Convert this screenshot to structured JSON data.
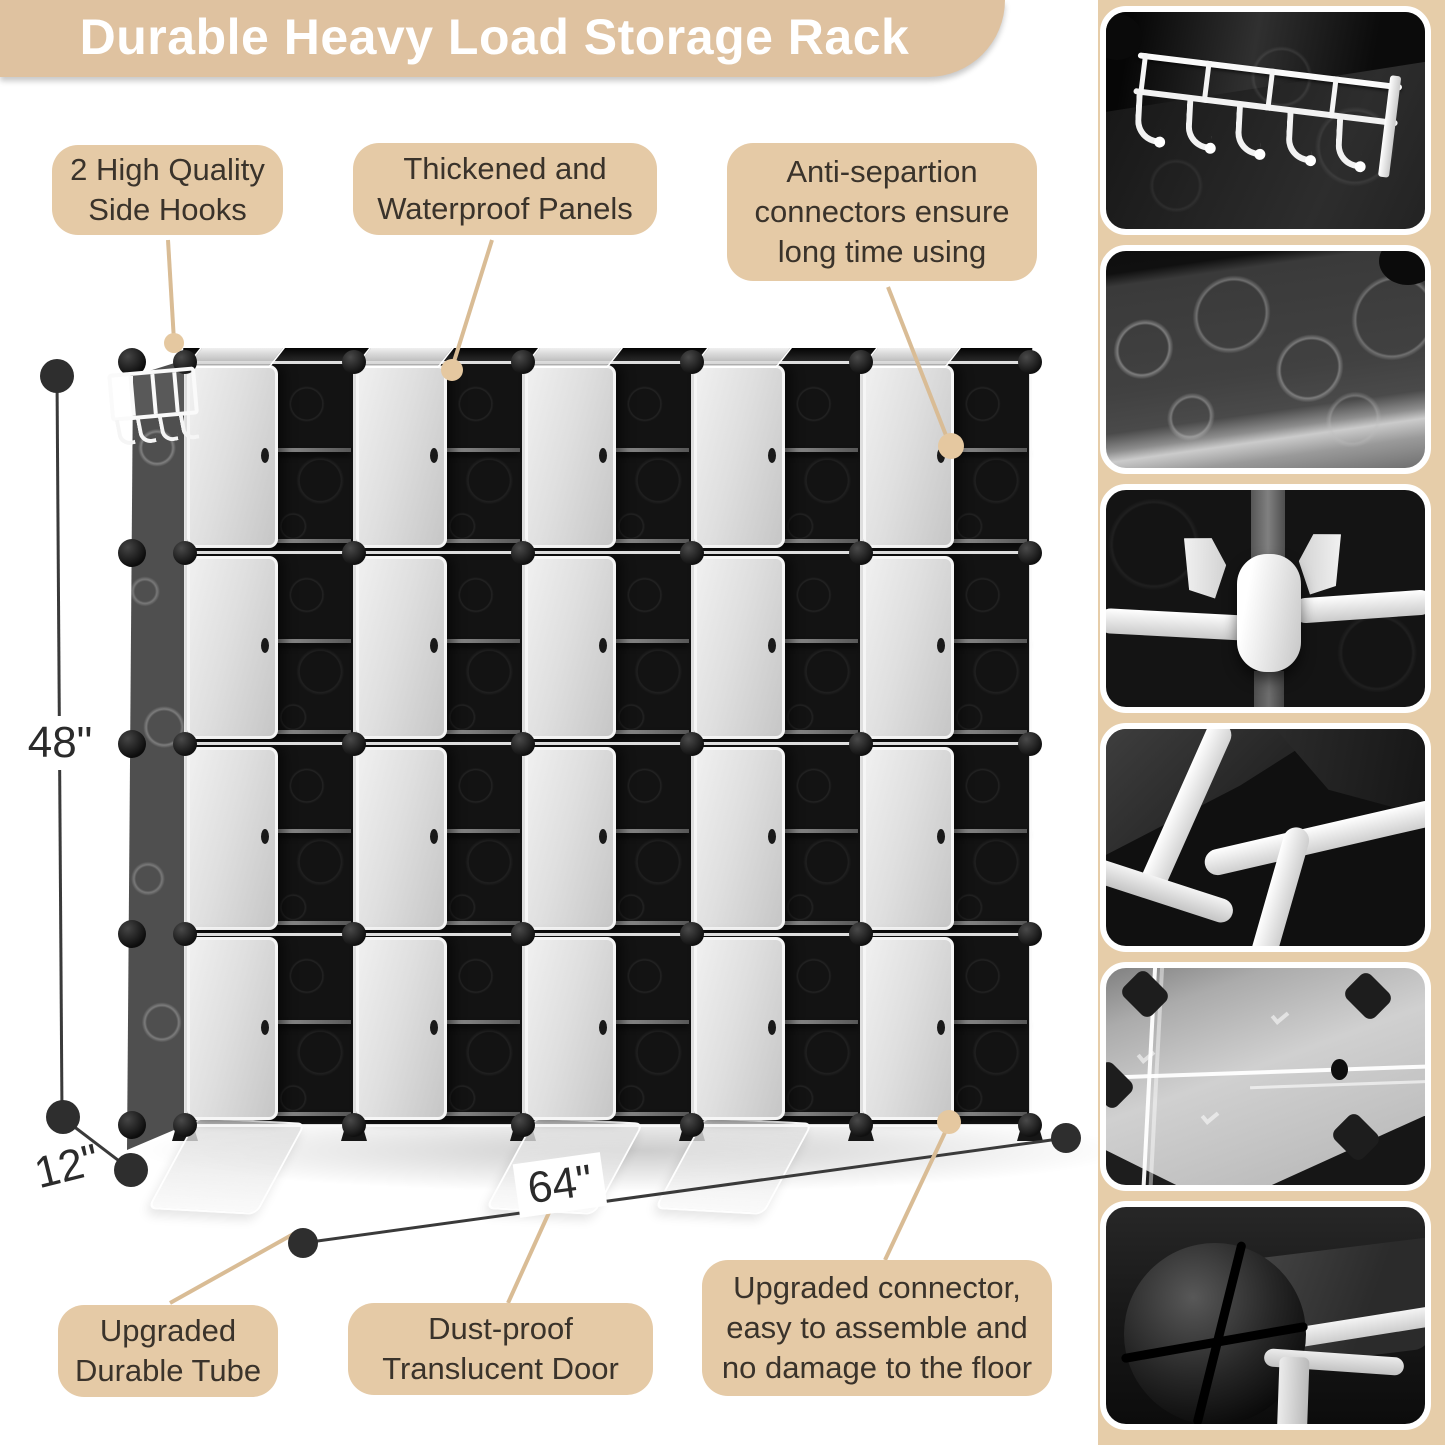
{
  "banner": {
    "title": "Durable Heavy Load Storage Rack"
  },
  "callouts": {
    "side_hooks": {
      "text": "2 High Quality\nSide Hooks"
    },
    "panels": {
      "text": "Thickened and\nWaterproof Panels"
    },
    "anti_separation": {
      "text": "Anti-separtion\nconnectors ensure\nlong time using"
    },
    "tube": {
      "text": "Upgraded\nDurable Tube"
    },
    "door": {
      "text": "Dust-proof\nTranslucent Door"
    },
    "floor_connector": {
      "text": "Upgraded connector,\neasy to assemble and\nno damage to the floor"
    }
  },
  "dimensions": {
    "height_label": "48\"",
    "depth_label": "12\"",
    "width_label": "64\""
  },
  "rack": {
    "columns": 5,
    "rows": 4,
    "shelves_per_cube": 2
  },
  "thumbnails": [
    {
      "name": "side-hooks-closeup"
    },
    {
      "name": "swirl-panel-closeup"
    },
    {
      "name": "anti-separation-connector-closeup"
    },
    {
      "name": "tube-frame-closeup"
    },
    {
      "name": "translucent-door-closeup"
    },
    {
      "name": "floor-connector-closeup"
    }
  ],
  "colors": {
    "banner_tan": "#dfc2a0",
    "callout_tan": "#e5caa6",
    "strip_tan": "#e6cda9",
    "leader_tan": "#d9bc95",
    "dimension_line": "#3a3a3a",
    "text_dark": "#3a332b"
  }
}
